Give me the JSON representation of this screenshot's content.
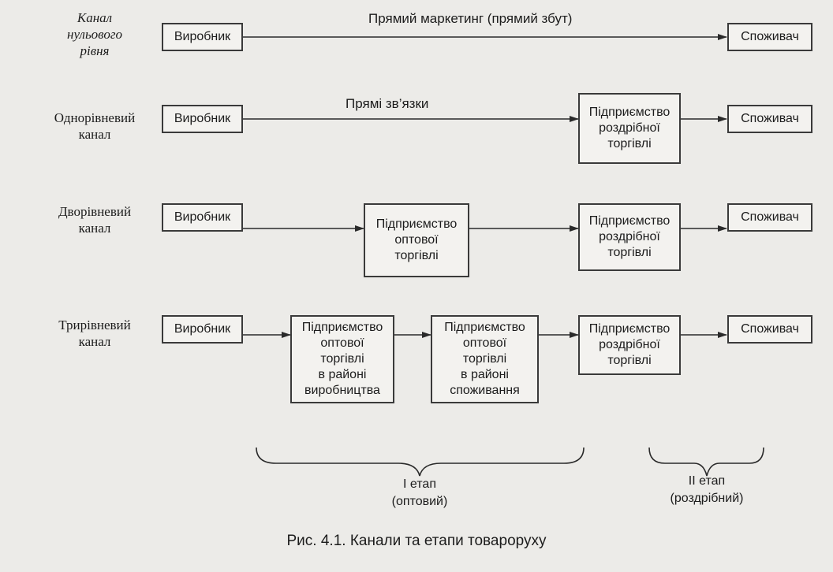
{
  "caption": "Рис. 4.1. Канали та етапи товароруху",
  "levels": [
    {
      "label": "Канал\nнульового\nрівня",
      "italic": true
    },
    {
      "label": "Однорівневий\nканал"
    },
    {
      "label": "Дворівневий\nканал"
    },
    {
      "label": "Трирівневий\nканал"
    }
  ],
  "nodes": {
    "producer": "Виробник",
    "consumer": "Споживач",
    "retail": "Підприємство\nроздрібної\nторгівлі",
    "wholesale": "Підприємство\nоптової\nторгівлі",
    "wholesale_production": "Підприємство\nоптової\nторгівлі\nв районі\nвиробництва",
    "wholesale_consumption": "Підприємство\nоптової\nторгівлі\nв районі\nспоживання"
  },
  "edge_labels": {
    "direct_marketing": "Прямий маркетинг (прямий збут)",
    "direct_links": "Прямі зв’язки"
  },
  "stages": {
    "wholesale": "I етап\n(оптовий)",
    "retail": "II етап\n(роздрібний)"
  }
}
